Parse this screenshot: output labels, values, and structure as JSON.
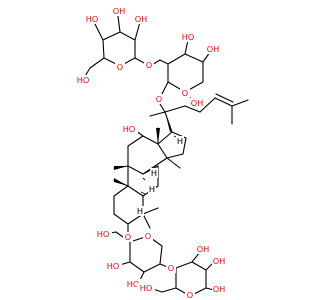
{
  "colors": {
    "oxygen": "#ff0000",
    "bond": "#000000",
    "background": "#ffffff"
  },
  "labels": {
    "ho": "HO",
    "oh": "OH",
    "o": "O",
    "h": "H"
  }
}
